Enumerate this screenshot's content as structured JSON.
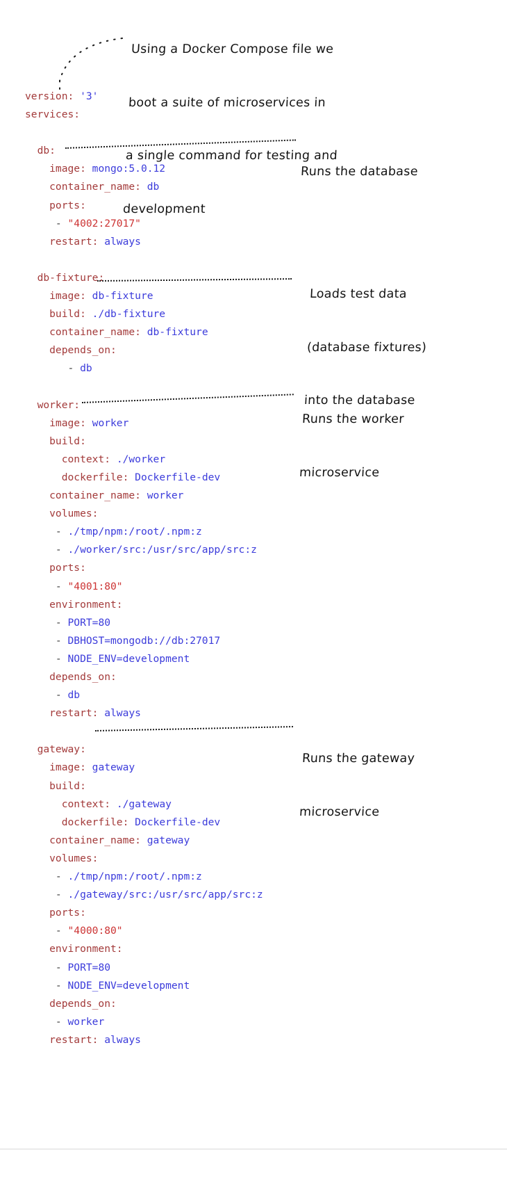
{
  "document": {
    "kind": "annotated-docker-compose-diagram",
    "background_color": "#ffffff",
    "colors": {
      "yaml_key": "#a33a3a",
      "yaml_value": "#3b3bdb",
      "yaml_string": "#cc3333",
      "yaml_dash": "#3a3a3a",
      "annotation_text": "#121212",
      "leader_line": "#1a1a1a",
      "bottom_rule": "#d8d8d8"
    }
  },
  "annotations": [
    {
      "id": "intro",
      "lines": [
        "Using a Docker Compose file we",
        "boot a suite of microservices in",
        "a single command for testing and",
        "development"
      ],
      "points_to": "version"
    },
    {
      "id": "db",
      "lines": [
        "Runs the database"
      ],
      "points_to": "db"
    },
    {
      "id": "db-fixture",
      "lines": [
        "Loads test data",
        "(database fixtures)",
        "into the database"
      ],
      "points_to": "db-fixture"
    },
    {
      "id": "worker",
      "lines": [
        "Runs the worker",
        "microservice"
      ],
      "points_to": "worker"
    },
    {
      "id": "gateway",
      "lines": [
        "Runs the gateway",
        "microservice"
      ],
      "points_to": "gateway"
    }
  ],
  "yaml": {
    "filename_kind": "docker-compose",
    "lines": [
      {
        "indent": 0,
        "key": "version",
        "value": "'3'",
        "value_kind": "string"
      },
      {
        "indent": 0,
        "key": "services",
        "value": "",
        "value_kind": "none"
      },
      {
        "indent": 0,
        "key": "",
        "value": "",
        "value_kind": "blank"
      },
      {
        "indent": 1,
        "key": "db",
        "value": "",
        "value_kind": "none"
      },
      {
        "indent": 2,
        "key": "image",
        "value": "mongo:5.0.12",
        "value_kind": "plain"
      },
      {
        "indent": 2,
        "key": "container_name",
        "value": "db",
        "value_kind": "plain"
      },
      {
        "indent": 2,
        "key": "ports",
        "value": "",
        "value_kind": "none"
      },
      {
        "indent": 2,
        "key": "",
        "value": "\"4002:27017\"",
        "value_kind": "list-string"
      },
      {
        "indent": 2,
        "key": "restart",
        "value": "always",
        "value_kind": "plain"
      },
      {
        "indent": 0,
        "key": "",
        "value": "",
        "value_kind": "blank"
      },
      {
        "indent": 1,
        "key": "db-fixture",
        "value": "",
        "value_kind": "none"
      },
      {
        "indent": 2,
        "key": "image",
        "value": "db-fixture",
        "value_kind": "plain"
      },
      {
        "indent": 2,
        "key": "build",
        "value": "./db-fixture",
        "value_kind": "plain"
      },
      {
        "indent": 2,
        "key": "container_name",
        "value": "db-fixture",
        "value_kind": "plain"
      },
      {
        "indent": 2,
        "key": "depends_on",
        "value": "",
        "value_kind": "none"
      },
      {
        "indent": 3,
        "key": "",
        "value": "db",
        "value_kind": "list-plain"
      },
      {
        "indent": 0,
        "key": "",
        "value": "",
        "value_kind": "blank"
      },
      {
        "indent": 1,
        "key": "worker",
        "value": "",
        "value_kind": "none"
      },
      {
        "indent": 2,
        "key": "image",
        "value": "worker",
        "value_kind": "plain"
      },
      {
        "indent": 2,
        "key": "build",
        "value": "",
        "value_kind": "none"
      },
      {
        "indent": 3,
        "key": "context",
        "value": "./worker",
        "value_kind": "plain"
      },
      {
        "indent": 3,
        "key": "dockerfile",
        "value": "Dockerfile-dev",
        "value_kind": "plain"
      },
      {
        "indent": 2,
        "key": "container_name",
        "value": "worker",
        "value_kind": "plain"
      },
      {
        "indent": 2,
        "key": "volumes",
        "value": "",
        "value_kind": "none"
      },
      {
        "indent": 2,
        "key": "",
        "value": "./tmp/npm:/root/.npm:z",
        "value_kind": "list-plain"
      },
      {
        "indent": 2,
        "key": "",
        "value": "./worker/src:/usr/src/app/src:z",
        "value_kind": "list-plain"
      },
      {
        "indent": 2,
        "key": "ports",
        "value": "",
        "value_kind": "none"
      },
      {
        "indent": 2,
        "key": "",
        "value": "\"4001:80\"",
        "value_kind": "list-string"
      },
      {
        "indent": 2,
        "key": "environment",
        "value": "",
        "value_kind": "none"
      },
      {
        "indent": 2,
        "key": "",
        "value": "PORT=80",
        "value_kind": "list-plain"
      },
      {
        "indent": 2,
        "key": "",
        "value": "DBHOST=mongodb://db:27017",
        "value_kind": "list-plain"
      },
      {
        "indent": 2,
        "key": "",
        "value": "NODE_ENV=development",
        "value_kind": "list-plain"
      },
      {
        "indent": 2,
        "key": "depends_on",
        "value": "",
        "value_kind": "none"
      },
      {
        "indent": 2,
        "key": "",
        "value": "db",
        "value_kind": "list-plain"
      },
      {
        "indent": 2,
        "key": "restart",
        "value": "always",
        "value_kind": "plain"
      },
      {
        "indent": 0,
        "key": "",
        "value": "",
        "value_kind": "blank"
      },
      {
        "indent": 1,
        "key": "gateway",
        "value": "",
        "value_kind": "none"
      },
      {
        "indent": 2,
        "key": "image",
        "value": "gateway",
        "value_kind": "plain"
      },
      {
        "indent": 2,
        "key": "build",
        "value": "",
        "value_kind": "none"
      },
      {
        "indent": 3,
        "key": "context",
        "value": "./gateway",
        "value_kind": "plain"
      },
      {
        "indent": 3,
        "key": "dockerfile",
        "value": "Dockerfile-dev",
        "value_kind": "plain"
      },
      {
        "indent": 2,
        "key": "container_name",
        "value": "gateway",
        "value_kind": "plain"
      },
      {
        "indent": 2,
        "key": "volumes",
        "value": "",
        "value_kind": "none"
      },
      {
        "indent": 2,
        "key": "",
        "value": "./tmp/npm:/root/.npm:z",
        "value_kind": "list-plain"
      },
      {
        "indent": 2,
        "key": "",
        "value": "./gateway/src:/usr/src/app/src:z",
        "value_kind": "list-plain"
      },
      {
        "indent": 2,
        "key": "ports",
        "value": "",
        "value_kind": "none"
      },
      {
        "indent": 2,
        "key": "",
        "value": "\"4000:80\"",
        "value_kind": "list-string"
      },
      {
        "indent": 2,
        "key": "environment",
        "value": "",
        "value_kind": "none"
      },
      {
        "indent": 2,
        "key": "",
        "value": "PORT=80",
        "value_kind": "list-plain"
      },
      {
        "indent": 2,
        "key": "",
        "value": "NODE_ENV=development",
        "value_kind": "list-plain"
      },
      {
        "indent": 2,
        "key": "depends_on",
        "value": "",
        "value_kind": "none"
      },
      {
        "indent": 2,
        "key": "",
        "value": "worker",
        "value_kind": "list-plain"
      },
      {
        "indent": 2,
        "key": "restart",
        "value": "always",
        "value_kind": "plain"
      }
    ]
  },
  "code_text": {
    "full": "version: '3'\nservices:\n\n  db:\n    image: mongo:5.0.12\n    container_name: db\n    ports:\n     - \"4002:27017\"\n    restart: always\n\n  db-fixture:\n    image: db-fixture\n    build: ./db-fixture\n    container_name: db-fixture\n    depends_on:\n      - db\n\n  worker:\n    image: worker\n    build:\n      context: ./worker\n      dockerfile: Dockerfile-dev\n    container_name: worker\n    volumes:\n     - ./tmp/npm:/root/.npm:z\n     - ./worker/src:/usr/src/app/src:z\n    ports:\n     - \"4001:80\"\n    environment:\n     - PORT=80\n     - DBHOST=mongodb://db:27017\n     - NODE_ENV=development\n    depends_on:\n     - db\n    restart: always\n\n  gateway:\n    image: gateway\n    build:\n      context: ./gateway\n      dockerfile: Dockerfile-dev\n    container_name: gateway\n    volumes:\n     - ./tmp/npm:/root/.npm:z\n     - ./gateway/src:/usr/src/app/src:z\n    ports:\n     - \"4000:80\"\n    environment:\n     - PORT=80\n     - NODE_ENV=development\n    depends_on:\n     - worker\n    restart: always"
  }
}
